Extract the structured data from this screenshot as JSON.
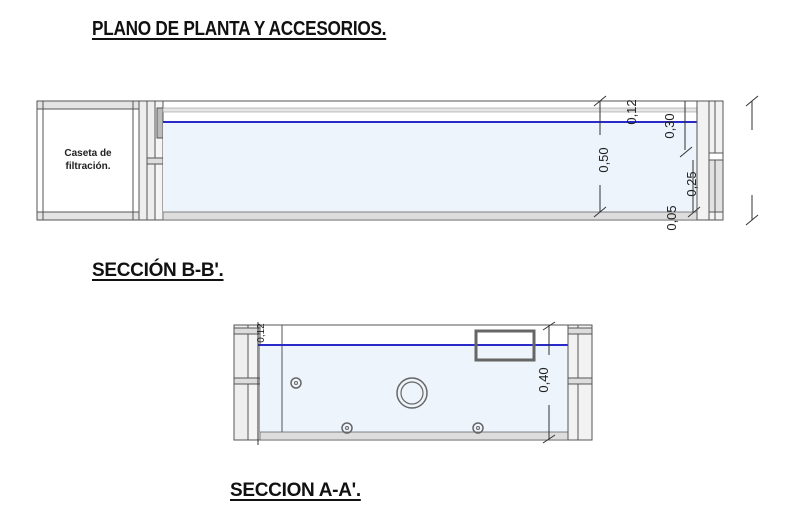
{
  "titles": {
    "main": "PLANO DE PLANTA Y ACCESORIOS.",
    "section_bb": "SECCIÓN B-B'.",
    "section_aa": "SECCION A-A'."
  },
  "section_bb": {
    "room_label_line1": "Caseta de",
    "room_label_line2": "filtración.",
    "dimensions": {
      "total_depth": "0,50",
      "freeboard": "0,12",
      "upper_wall": "0,30",
      "lower_wall": "0,25",
      "base": "0,05"
    },
    "water_line_color": "#2a2ac8",
    "water_fill_color": "#eef4fb"
  },
  "section_aa": {
    "dimensions": {
      "depth": "0,40",
      "freeboard": "0,12"
    },
    "accessories": [
      "skimmer",
      "main-drain",
      "inlet-nozzle-1",
      "inlet-nozzle-2",
      "inlet-nozzle-3"
    ],
    "water_line_color": "#2a2ac8",
    "water_fill_color": "#eef4fb"
  }
}
